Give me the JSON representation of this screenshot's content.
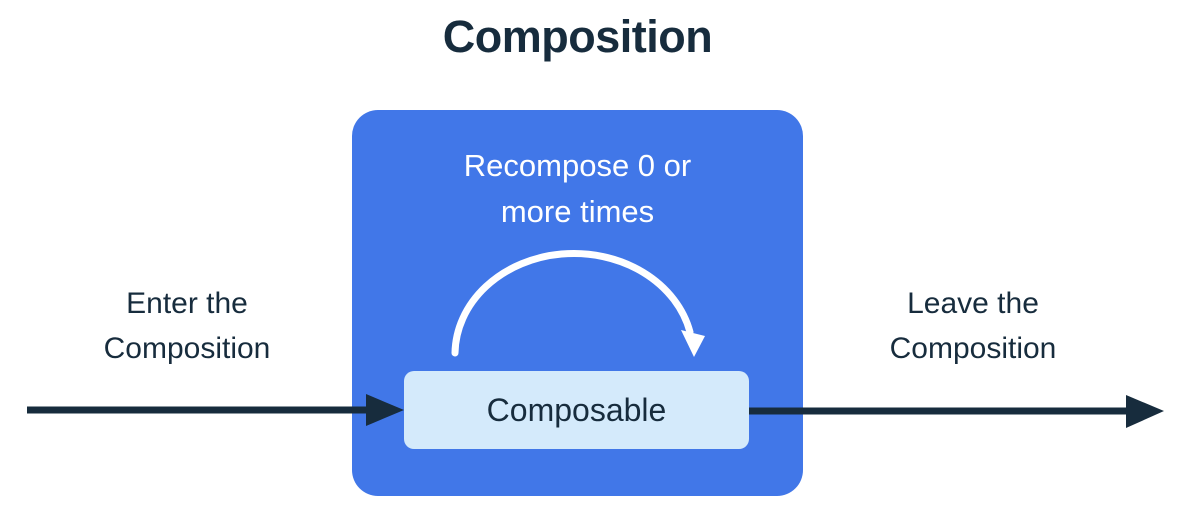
{
  "title": "Composition",
  "composition": {
    "recompose_label": "Recompose 0 or\nmore times",
    "composable_label": "Composable"
  },
  "flow": {
    "enter_label": "Enter the\nComposition",
    "leave_label": "Leave the\nComposition"
  },
  "colors": {
    "composition_box_blue": "#4177E8",
    "composable_bg_light_blue": "#D4EAFB",
    "dark_navy": "#172C3D",
    "arc_white": "#FFFFFF",
    "background": "#FFFFFF"
  }
}
